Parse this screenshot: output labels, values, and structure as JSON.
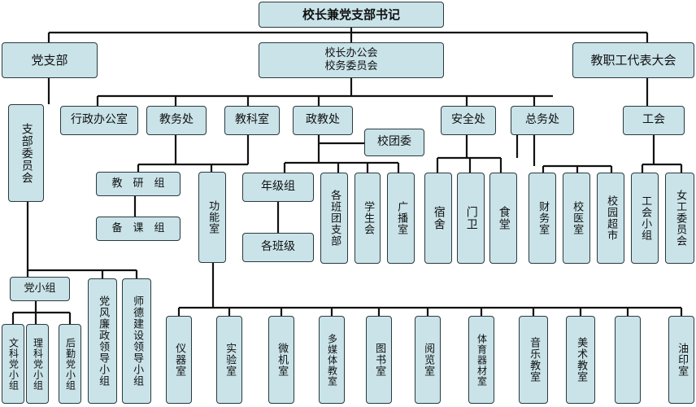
{
  "nodes": {
    "principal": "校长兼党支部书记",
    "party_branch": "党支部",
    "office_meeting": "校长办公会\n校务委员会",
    "staff_congress": "教职工代表大会",
    "branch_committee": "支部委员会",
    "admin_office": "行政办公室",
    "academic_affairs": "教务处",
    "research_office": "教科室",
    "political_office": "政教处",
    "youth_league": "校团委",
    "security_office": "安全处",
    "general_affairs": "总务处",
    "union": "工会",
    "teaching_research_group": "教　研　组",
    "lesson_prep_group": "备　课　组",
    "function_rooms": "功能室",
    "grade_group": "年级组",
    "each_class": "各班级",
    "league_branches": "各班团支部",
    "student_union": "学生会",
    "broadcast_room": "广播室",
    "dormitory": "宿舍",
    "gate_guard": "门卫",
    "canteen": "食堂",
    "finance_room": "财务室",
    "clinic": "校医室",
    "supermarket": "校园超市",
    "union_group": "工会小组",
    "women_committee": "女工委员会",
    "party_group": "党小组",
    "integrity_group": "党风廉政领导小组",
    "ethics_group": "师德建设领导小组",
    "arts_party_group": "文科党小组",
    "science_party_group": "理科党小组",
    "logistics_party_group": "后勤党小组",
    "instrument_room": "仪器室",
    "lab": "实验室",
    "computer_room": "微机室",
    "multimedia_room": "多媒体教室",
    "library": "图书室",
    "reading_room": "阅览室",
    "sports_room": "体育器材室",
    "music_room": "音乐教室",
    "art_room": "美术教室",
    "blank_room": "",
    "printing_room": "油印室"
  }
}
